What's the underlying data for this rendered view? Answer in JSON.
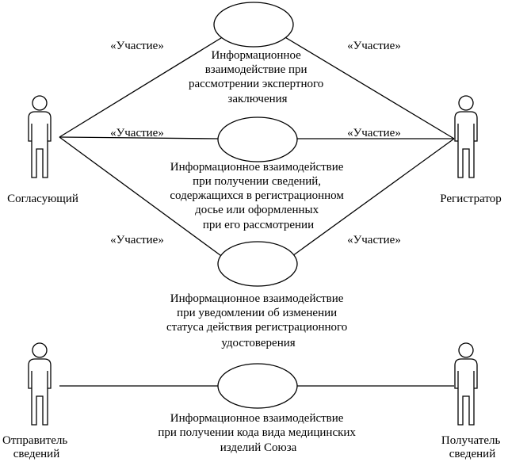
{
  "actors": {
    "agreeing": {
      "label_lines": [
        "Согласующий"
      ]
    },
    "registrar": {
      "label_lines": [
        "Регистратор"
      ]
    },
    "sender": {
      "label_lines": [
        "Отправитель",
        "сведений"
      ]
    },
    "receiver": {
      "label_lines": [
        "Получатель",
        "сведений"
      ]
    }
  },
  "use_cases": {
    "expert_review": {
      "label_lines": [
        "Информационное",
        "взаимодействие при",
        "рассмотрении экспертного",
        "заключения"
      ]
    },
    "dossier_info": {
      "label_lines": [
        "Информационное взаимодействие",
        "при получении сведений,",
        "содержащихся в регистрационном",
        "досье или оформленных",
        "при его рассмотрении"
      ]
    },
    "status_change": {
      "label_lines": [
        "Информационное взаимодействие",
        "при уведомлении об изменении",
        "статуса действия регистрационного",
        "удостоверения"
      ]
    },
    "device_code": {
      "label_lines": [
        "Информационное взаимодействие",
        "при получении кода вида медицинских",
        "изделий Союза"
      ]
    }
  },
  "stereotypes": {
    "participation": "«Участие»"
  }
}
